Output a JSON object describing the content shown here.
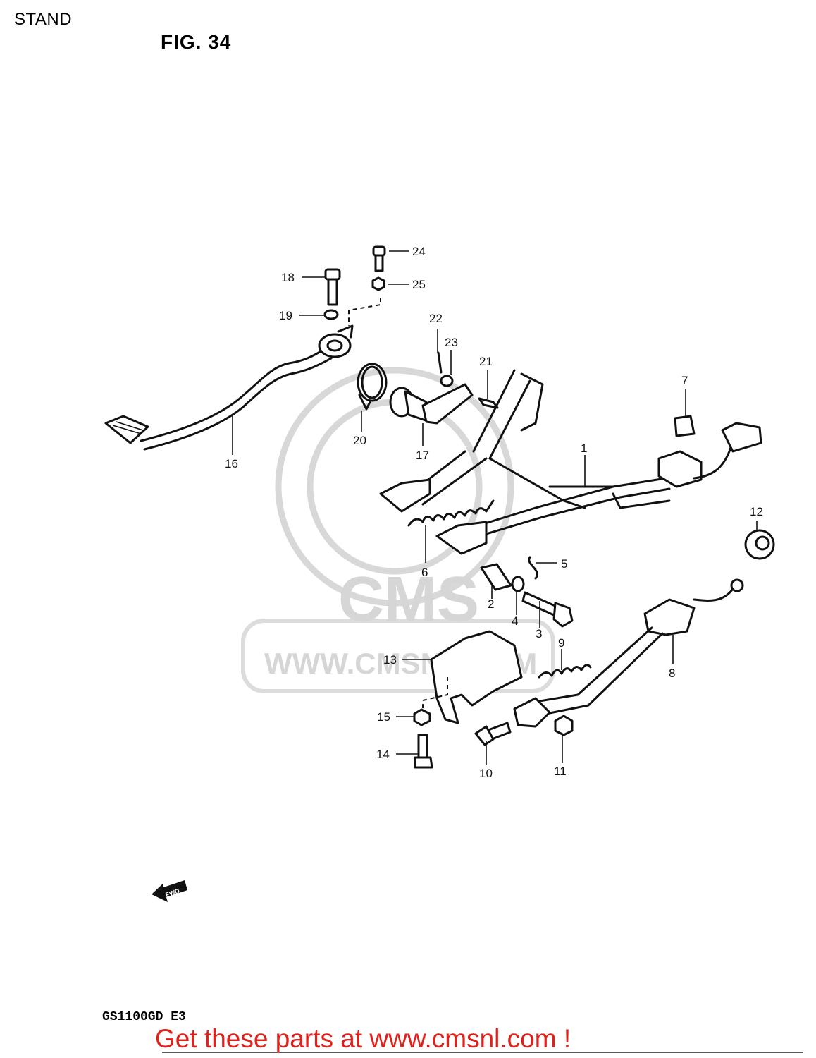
{
  "header": {
    "title": "STAND",
    "figure": "FIG. 34"
  },
  "footer": {
    "model_code": "GS1100GD E3",
    "promo_text": "Get these parts at www.cmsnl.com !"
  },
  "watermark": {
    "logo_text": "CMS",
    "url_text": "WWW.CMSNL.COM"
  },
  "fwd_label": "FWD",
  "callouts": {
    "c1": "1",
    "c2": "2",
    "c3": "3",
    "c4": "4",
    "c5": "5",
    "c6": "6",
    "c7": "7",
    "c8": "8",
    "c9": "9",
    "c10": "10",
    "c11": "11",
    "c12": "12",
    "c13": "13",
    "c14": "14",
    "c15": "15",
    "c16": "16",
    "c17": "17",
    "c18": "18",
    "c19": "19",
    "c20": "20",
    "c21": "21",
    "c22": "22",
    "c23": "23",
    "c24": "24",
    "c25": "25"
  },
  "colors": {
    "promo": "#e0201b",
    "line_art": "#111111",
    "watermark": "#d6d6d6"
  }
}
